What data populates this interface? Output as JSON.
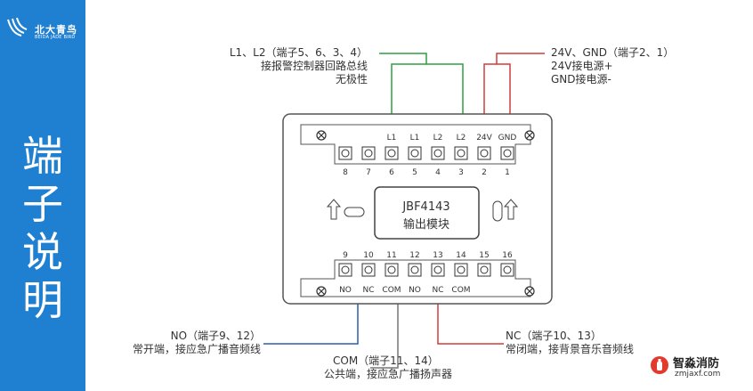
{
  "brand": {
    "name_cn": "北大青鸟",
    "name_en": "BEIDA JADE BIRD"
  },
  "side_title": [
    "端",
    "子",
    "说",
    "明"
  ],
  "module": {
    "model": "JBF4143",
    "name": "输出模块"
  },
  "top_terminals": [
    {
      "num": "8",
      "name": ""
    },
    {
      "num": "7",
      "name": ""
    },
    {
      "num": "6",
      "name": "L1"
    },
    {
      "num": "5",
      "name": "L1"
    },
    {
      "num": "4",
      "name": "L2"
    },
    {
      "num": "3",
      "name": "L2"
    },
    {
      "num": "2",
      "name": "24V"
    },
    {
      "num": "1",
      "name": "GND"
    }
  ],
  "bottom_terminals": [
    {
      "num": "9",
      "name": "NO"
    },
    {
      "num": "10",
      "name": "NC"
    },
    {
      "num": "11",
      "name": "COM"
    },
    {
      "num": "12",
      "name": "NO"
    },
    {
      "num": "13",
      "name": "NC"
    },
    {
      "num": "14",
      "name": "COM"
    },
    {
      "num": "15",
      "name": ""
    },
    {
      "num": "16",
      "name": ""
    }
  ],
  "labels": {
    "bus": [
      "L1、L2（端子5、6、3、4）",
      "接报警控制器回路总线",
      "无极性"
    ],
    "power": [
      "24V、GND（端子2、1）",
      "24V接电源+",
      "GND接电源-"
    ],
    "no": [
      "NO（端子9、12）",
      "常开端，接应急广播音频线"
    ],
    "com": [
      "COM（端子11、14）",
      "公共端，接应急广播扬声器"
    ],
    "nc": [
      "NC（端子10、13）",
      "常闭端，接背景音乐音频线"
    ]
  },
  "watermark": {
    "title": "智淼消防",
    "url": "zmjaxf.com"
  },
  "colors": {
    "sidebar": "#1f7fd0",
    "bus_wire": "#2e9e44",
    "power_wire": "#d23b3b",
    "no_wire": "#2a5fa8",
    "com_wire": "#777777",
    "nc_wire": "#d23b3b"
  }
}
